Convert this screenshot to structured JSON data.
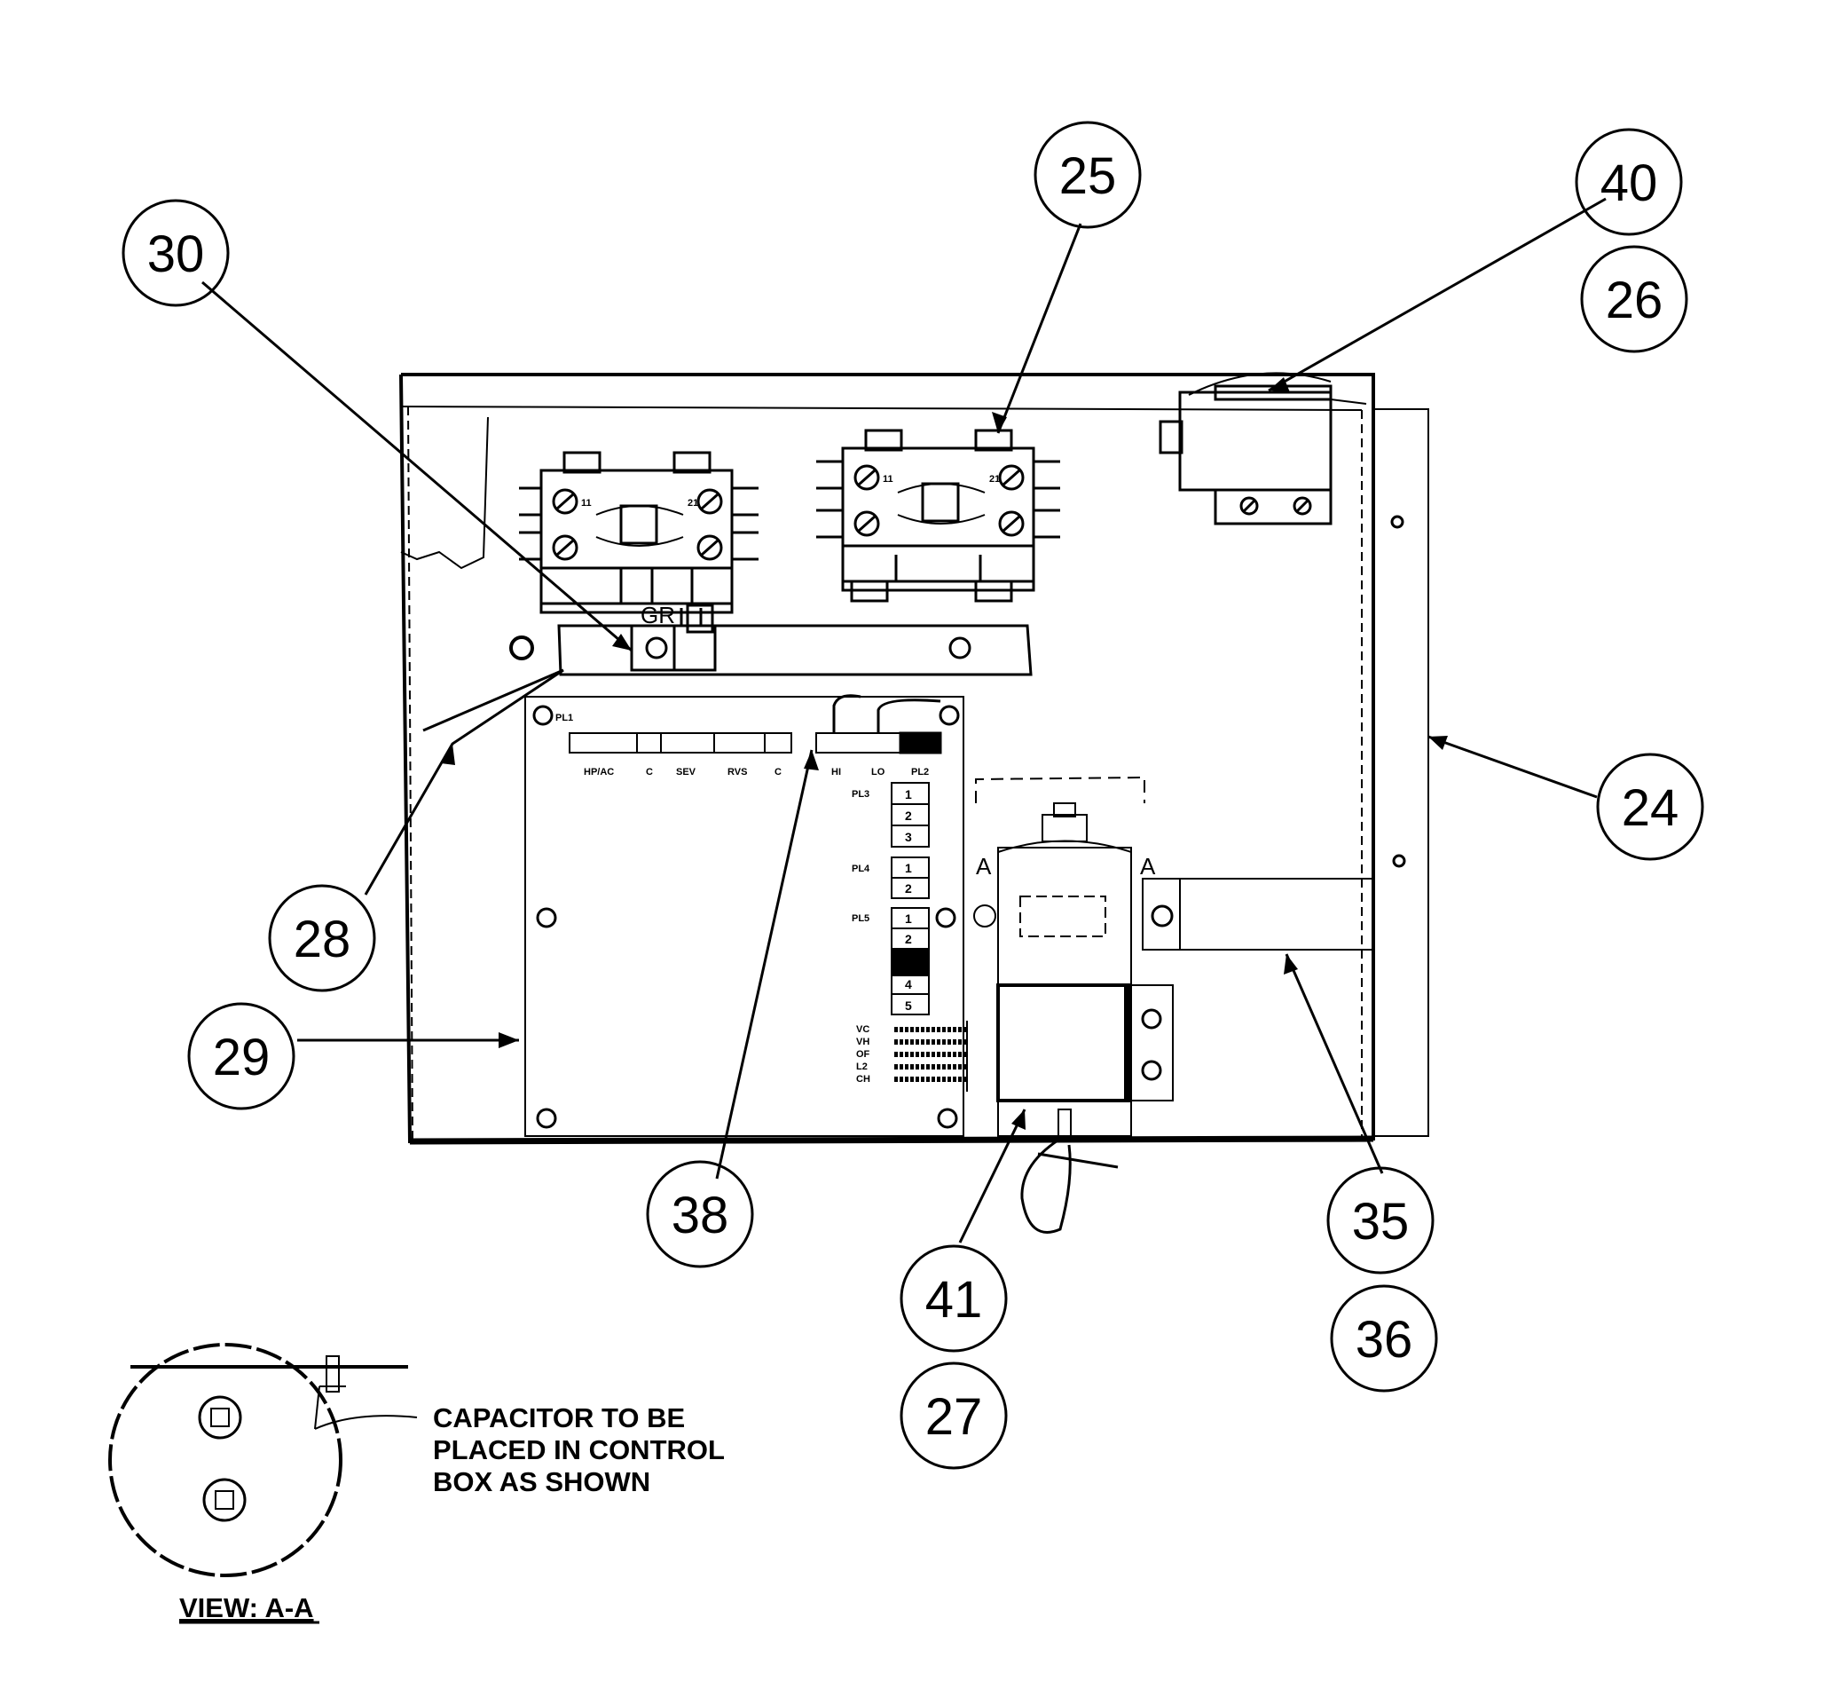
{
  "callouts": [
    "25",
    "40",
    "26",
    "30",
    "24",
    "28",
    "29",
    "38",
    "41",
    "27",
    "35",
    "36"
  ],
  "note": {
    "line1": "CAPACITOR TO BE",
    "line2": "PLACED IN CONTROL",
    "line3": "BOX AS SHOWN"
  },
  "view_label": "VIEW: A-A",
  "gr_label": "GR",
  "section_mark": "A",
  "board": {
    "pl1": "PL1",
    "pl2": "PL2",
    "pl3": "PL3",
    "pl4": "PL4",
    "pl5": "PL5",
    "terminals": [
      "HP/AC",
      "C",
      "SEV",
      "RVS",
      "C"
    ],
    "hi": "HI",
    "lo": "LO",
    "pl3_pins": [
      "1",
      "2",
      "3"
    ],
    "pl4_pins": [
      "1",
      "2"
    ],
    "pl5_pins": [
      "1",
      "2",
      "4",
      "5"
    ],
    "side_labels": [
      "VC",
      "VH",
      "OF",
      "L2",
      "CH"
    ]
  },
  "contactor": {
    "t11": "11",
    "t21": "21"
  },
  "colors": {
    "line": "#000000",
    "background": "#ffffff"
  }
}
